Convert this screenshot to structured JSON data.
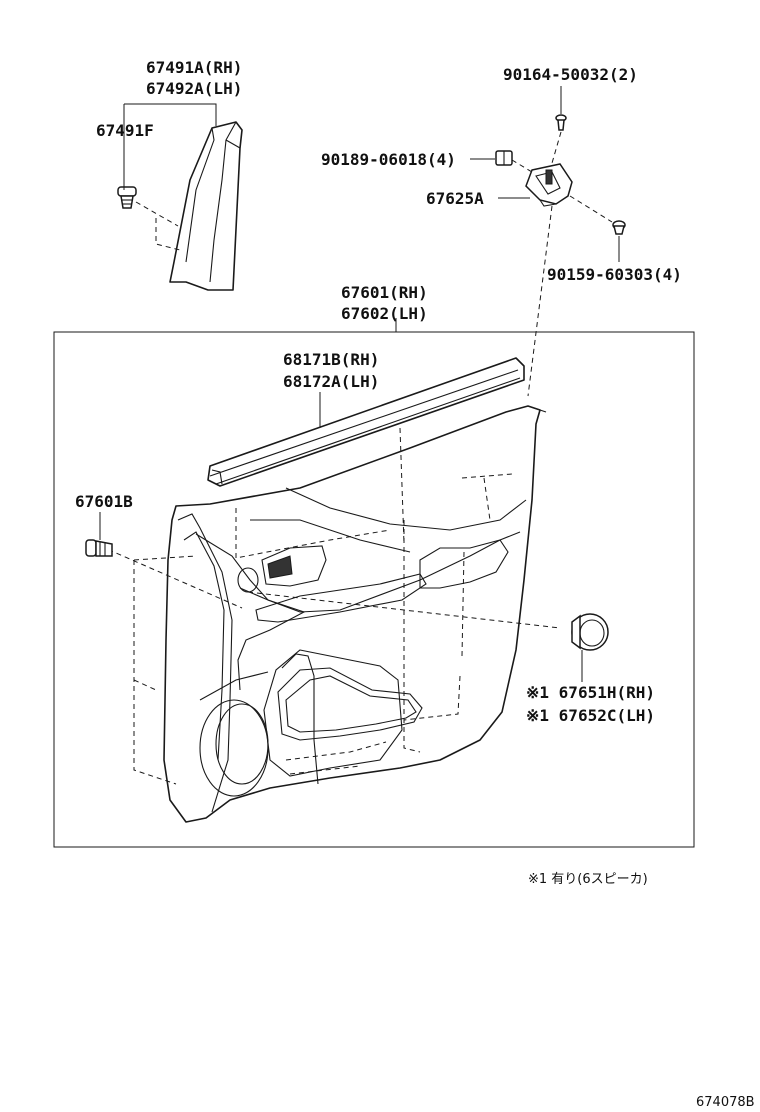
{
  "labels": {
    "trim_rh": "67491A(RH)",
    "trim_lh": "67492A(LH)",
    "trim_clip": "67491F",
    "screw_top": "90164-50032(2)",
    "nut": "90189-06018(4)",
    "bracket": "67625A",
    "screw_side": "90159-60303(4)",
    "panel_rh": "67601(RH)",
    "panel_lh": "67602(LH)",
    "weather_rh": "68171B(RH)",
    "weather_lh": "68172A(LH)",
    "panel_clip": "67601B",
    "grille_rh": "※1 67651H(RH)",
    "grille_lh": "※1 67652C(LH)"
  },
  "footnote": "※1 有り(6スピーカ)",
  "figure_id": "674078B",
  "icons": [
    "clip-icon",
    "screw-icon",
    "nut-icon",
    "bracket-icon",
    "speaker-grille-icon"
  ]
}
